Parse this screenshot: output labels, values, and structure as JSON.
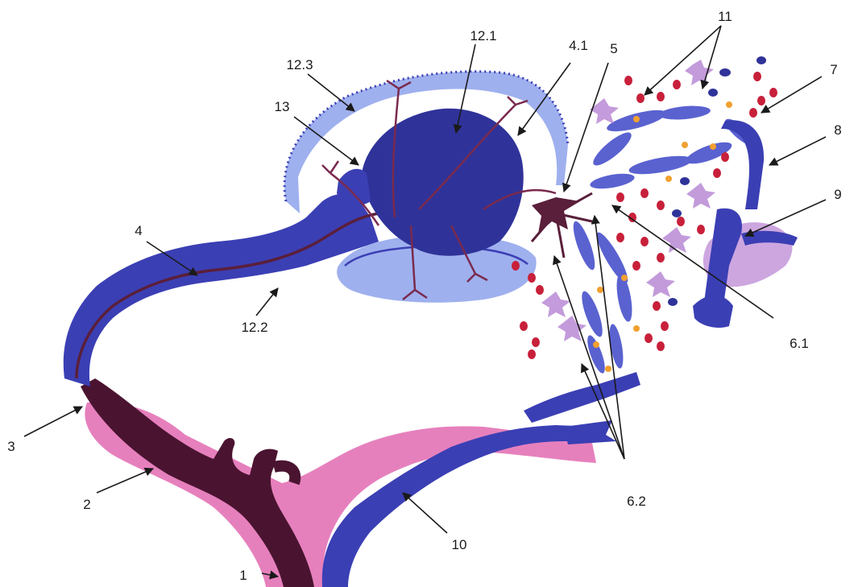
{
  "labels": {
    "l1": "1",
    "l2": "2",
    "l3": "3",
    "l4": "4",
    "l4_1": "4.1",
    "l5": "5",
    "l6_1": "6.1",
    "l6_2": "6.2",
    "l7": "7",
    "l8": "8",
    "l9": "9",
    "l10": "10",
    "l11": "11",
    "l12_1": "12.1",
    "l12_2": "12.2",
    "l12_3": "12.3",
    "l13": "13"
  },
  "colors": {
    "tissue_blue": "#3b3fb4",
    "tissue_blue_dark": "#26298f",
    "vessel_pink": "#e26ab2",
    "axon_brown": "#5a1f3a",
    "cell_red": "#c8203a",
    "cell_violet": "#b07ad0",
    "capillary_light": "#8090e0",
    "pericyte_orange": "#f2a030"
  }
}
